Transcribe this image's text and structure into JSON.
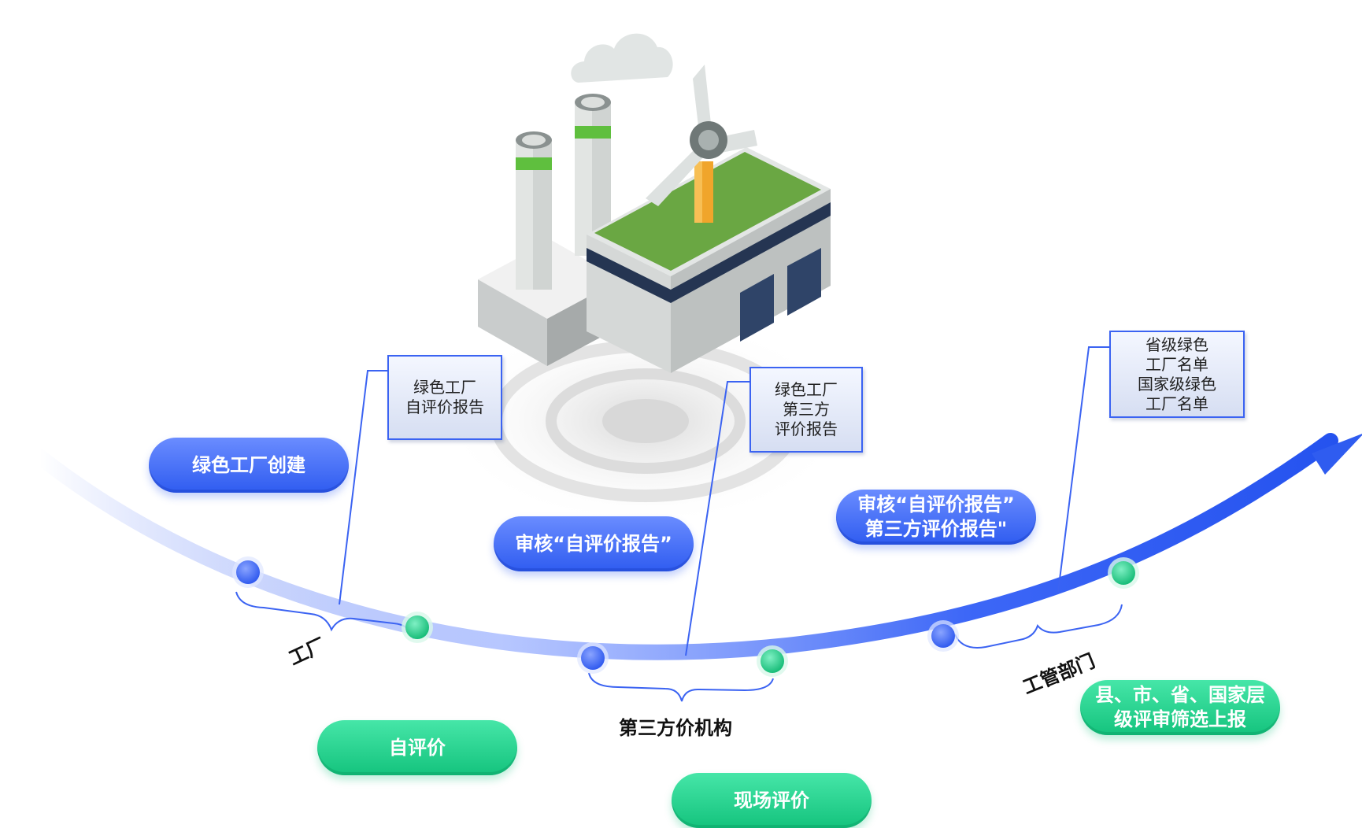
{
  "pills": {
    "create": "绿色工厂创建",
    "self_eval": "自评价",
    "audit_self": "审核“自评价报告”",
    "field_eval": "现场评价",
    "audit_both": "审核“自评价报告”\n第三方评价报告\"",
    "screen": "县、市、省、国家层\n级评审筛选上报"
  },
  "docs": {
    "self_report": "绿色工厂\n自评价报告",
    "third_report": "绿色工厂\n第三方\n评价报告",
    "list": "省级绿色\n工厂名单\n国家级绿色\n工厂名单"
  },
  "labels": {
    "factory": "工厂",
    "third_party": "第三方价机构",
    "dept": "工管部门"
  },
  "colors": {
    "blue": "#3b63f2",
    "green": "#14c37d",
    "arrow": "#2f5cf0"
  }
}
